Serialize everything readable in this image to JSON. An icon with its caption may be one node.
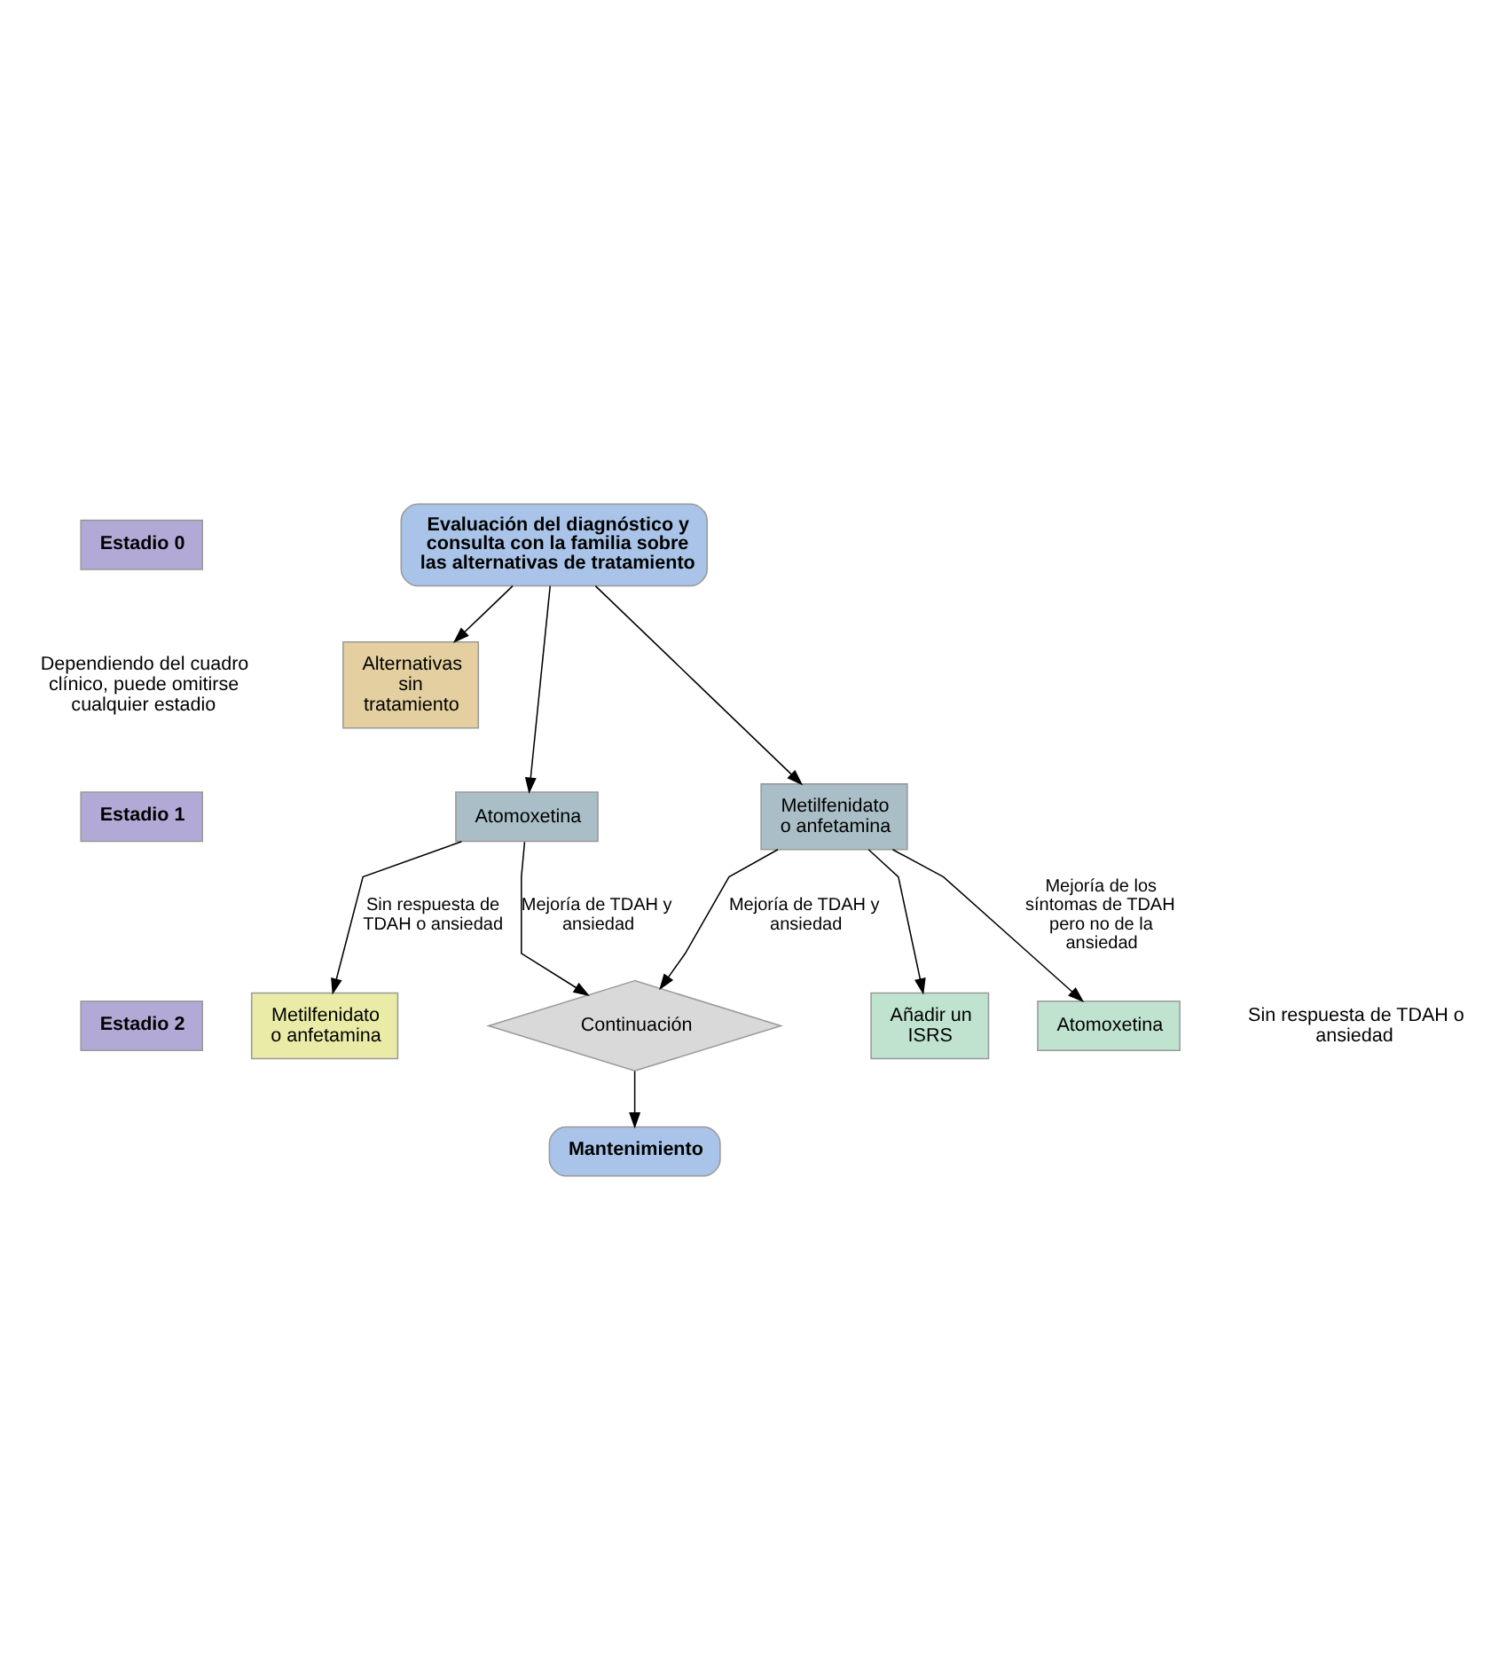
{
  "diagram": {
    "nodes": [
      {
        "text": [
          "Estadio 0"
        ]
      },
      {
        "text": [
          "Evaluación del diagnóstico y consulta con la familia sobre las alternativas de tratamiento"
        ]
      },
      {
        "text": [
          "Alternativas sin tratamiento"
        ]
      },
      {
        "text": [
          "Estadio 1"
        ]
      },
      {
        "text": [
          "Atomoxetina"
        ]
      },
      {
        "text": [
          "Metilfenidato o anfetamina"
        ]
      },
      {
        "text": [
          "Continuación"
        ]
      },
      {
        "text": [
          "Estadio 2"
        ]
      },
      {
        "text": [
          "Metilfenidato o anfetamina"
        ]
      },
      {
        "text": [
          "Atomoxetina"
        ]
      },
      {
        "text": [
          "Añadir un ISRS"
        ]
      },
      {
        "text": [
          "Mantenimiento"
        ]
      }
    ],
    "edges": [
      {
        "from": 1,
        "to": 2,
        "arrow": "to"
      },
      {
        "from": 1,
        "to": 4,
        "arrow": "to"
      },
      {
        "from": 1,
        "to": 5,
        "arrow": "to"
      },
      {
        "from": 4,
        "to": 6,
        "arrow": "to",
        "label": "Mejoría de TDAH y ansiedad"
      },
      {
        "from": 5,
        "to": 6,
        "arrow": "to",
        "label": "Mejoría de TDAH y ansiedad"
      },
      {
        "from": 4,
        "to": 8,
        "arrow": "to",
        "label": "Sin respuesta de TDAH o ansiedad"
      },
      {
        "from": 5,
        "to": 9,
        "arrow": "to",
        "label": "Mejoría de los síntomas de TDAH pero no de la ansiedad"
      },
      {
        "from": 5,
        "to": 10,
        "arrow": "to"
      },
      {
        "from": 6,
        "to": 11,
        "arrow": "to"
      }
    ],
    "labels": [
      "Dependiendo del cuadro clínico, puede omitirse cualquier estadio",
      "Sin respuesta de TDAH o ansiedad"
    ]
  }
}
